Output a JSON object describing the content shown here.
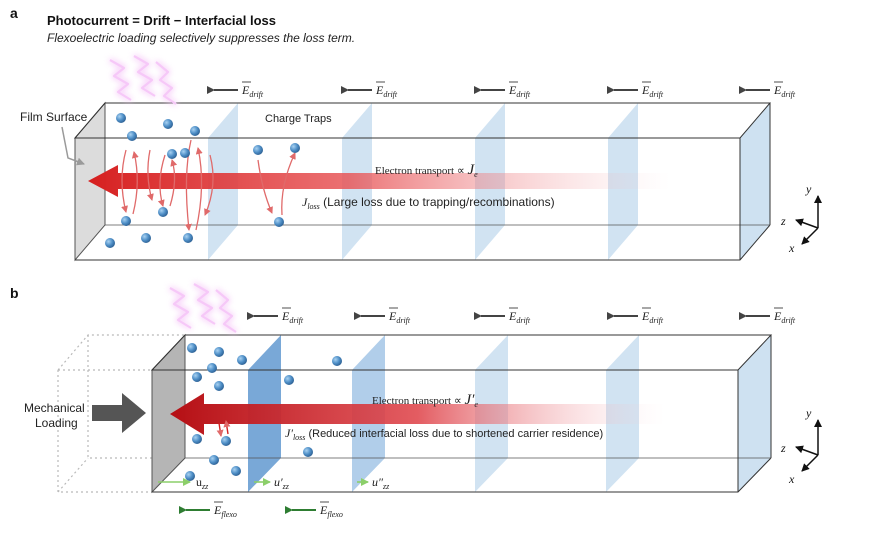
{
  "title": "Photocurrent = Drift − Interfacial loss",
  "subtitle": "Flexoelectric loading selectively suppresses the loss term.",
  "panel_a": {
    "letter": "a",
    "film_surface": "Film Surface",
    "charge_traps": "Charge Traps",
    "transport": {
      "text": "Electron transport ∝ ",
      "var": "J",
      "sub": "e"
    },
    "loss": {
      "var": "J",
      "sub": "loss",
      "text": " (Large loss due to trapping/recombinations)"
    },
    "field": {
      "symbol": "E",
      "sub": "drift"
    }
  },
  "panel_b": {
    "letter": "b",
    "mechanical_1": "Mechanical",
    "mechanical_2": "Loading",
    "transport": {
      "text": "Electron transport ∝ ",
      "var": "J′",
      "sub": "e"
    },
    "loss": {
      "var": "J′",
      "sub": "loss",
      "text": " (Reduced interfacial loss due to shortened carrier residence)"
    },
    "field": {
      "symbol": "E",
      "sub": "drift"
    },
    "flexo": {
      "symbol": "E",
      "sub": "flexo"
    },
    "strains": [
      {
        "base": "u",
        "sub": "zz"
      },
      {
        "base": "u′",
        "sub": "zz"
      },
      {
        "base": "u″",
        "sub": "zz"
      }
    ]
  },
  "axes": {
    "y": "y",
    "z": "z",
    "x": "x"
  },
  "colors": {
    "transport_arrow": "#d32020",
    "loss_arrow": "#e06a6a",
    "particle": "#4f8fc7",
    "plane_light": "#c9def0",
    "plane_dark": "#6a9fd3",
    "field_arrow": "#444444",
    "strain_arrow": "#8ccf6a",
    "flexo_arrow": "#2e7d32",
    "glow": "#d65ee0"
  }
}
